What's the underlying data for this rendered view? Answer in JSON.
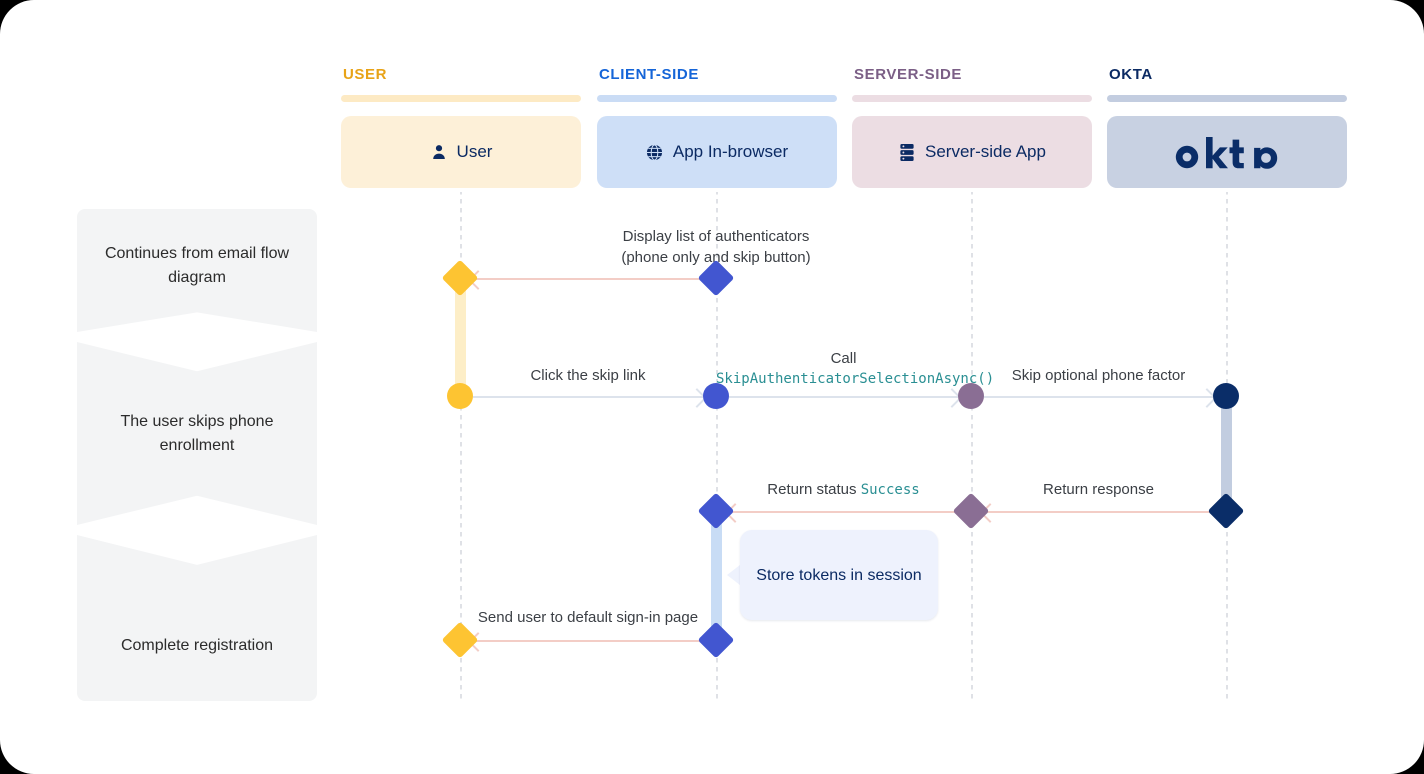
{
  "steps": [
    {
      "label": "Continues from email flow diagram"
    },
    {
      "label": "The user skips phone enrollment"
    },
    {
      "label": "Complete registration"
    }
  ],
  "columns": [
    {
      "title": "USER",
      "node_label": "User",
      "icon": "person-icon",
      "title_color": "#e8a317",
      "accent_color": "#fdeac4",
      "node_bg": "#fdf0d8"
    },
    {
      "title": "CLIENT-SIDE",
      "node_label": "App In-browser",
      "icon": "globe-icon",
      "title_color": "#1565d8",
      "accent_color": "#cadcf5",
      "node_bg": "#cedff7"
    },
    {
      "title": "SERVER-SIDE",
      "node_label": "Server-side App",
      "icon": "server-icon",
      "title_color": "#7b5f86",
      "accent_color": "#ecdde3",
      "node_bg": "#ecdde3"
    },
    {
      "title": "OKTA",
      "node_label": "okta",
      "icon": "okta-logo",
      "title_color": "#0b2a63",
      "accent_color": "#c3cde0",
      "node_bg": "#c8d1e2"
    }
  ],
  "messages": [
    {
      "text": "Display list of authenticators",
      "text2": "(phone only and skip button)",
      "direction": "left"
    },
    {
      "text": "Click the skip link",
      "direction": "right"
    },
    {
      "text": "Call",
      "code": "SkipAuthenticatorSelectionAsync()",
      "direction": "right"
    },
    {
      "text": "Skip optional phone factor",
      "direction": "right"
    },
    {
      "text": "Return status ",
      "code": "Success",
      "direction": "left"
    },
    {
      "text": "Return response",
      "direction": "left"
    },
    {
      "text": "Send user to default sign-in page",
      "direction": "left"
    }
  ],
  "note": {
    "text": "Store tokens in session"
  },
  "colors": {
    "user": "#fdc432",
    "client": "#4256d0",
    "server": "#8a6e94",
    "okta": "#0a2d68",
    "arrow_forward": "#dde3ec",
    "arrow_return": "#f3cdc6",
    "lifeline": "#dfe1e6",
    "act_user": "#fdeec7",
    "act_client": "#c8dcf5",
    "act_okta": "#c2cde0",
    "code_teal": "#2a8f93",
    "rail_bg": "#f3f4f5"
  }
}
